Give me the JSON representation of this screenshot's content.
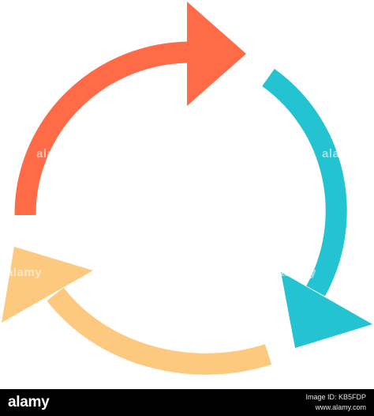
{
  "footer": {
    "logo": "alamy",
    "image_id_line": "Image ID: KB5FDP",
    "site": "www.alamy.com"
  },
  "watermarks": [
    "alamy",
    "alamy",
    "alamy",
    "alamy"
  ],
  "colors": {
    "top_arrow": "#ff6a47",
    "right_arrow": "#24c3d1",
    "bottom_arrow": "#fdc97f",
    "background": "#ffffff",
    "footer_bg": "#000000"
  },
  "icons": [
    "circular-arrow-orange-icon",
    "circular-arrow-teal-icon",
    "circular-arrow-yellow-icon"
  ]
}
